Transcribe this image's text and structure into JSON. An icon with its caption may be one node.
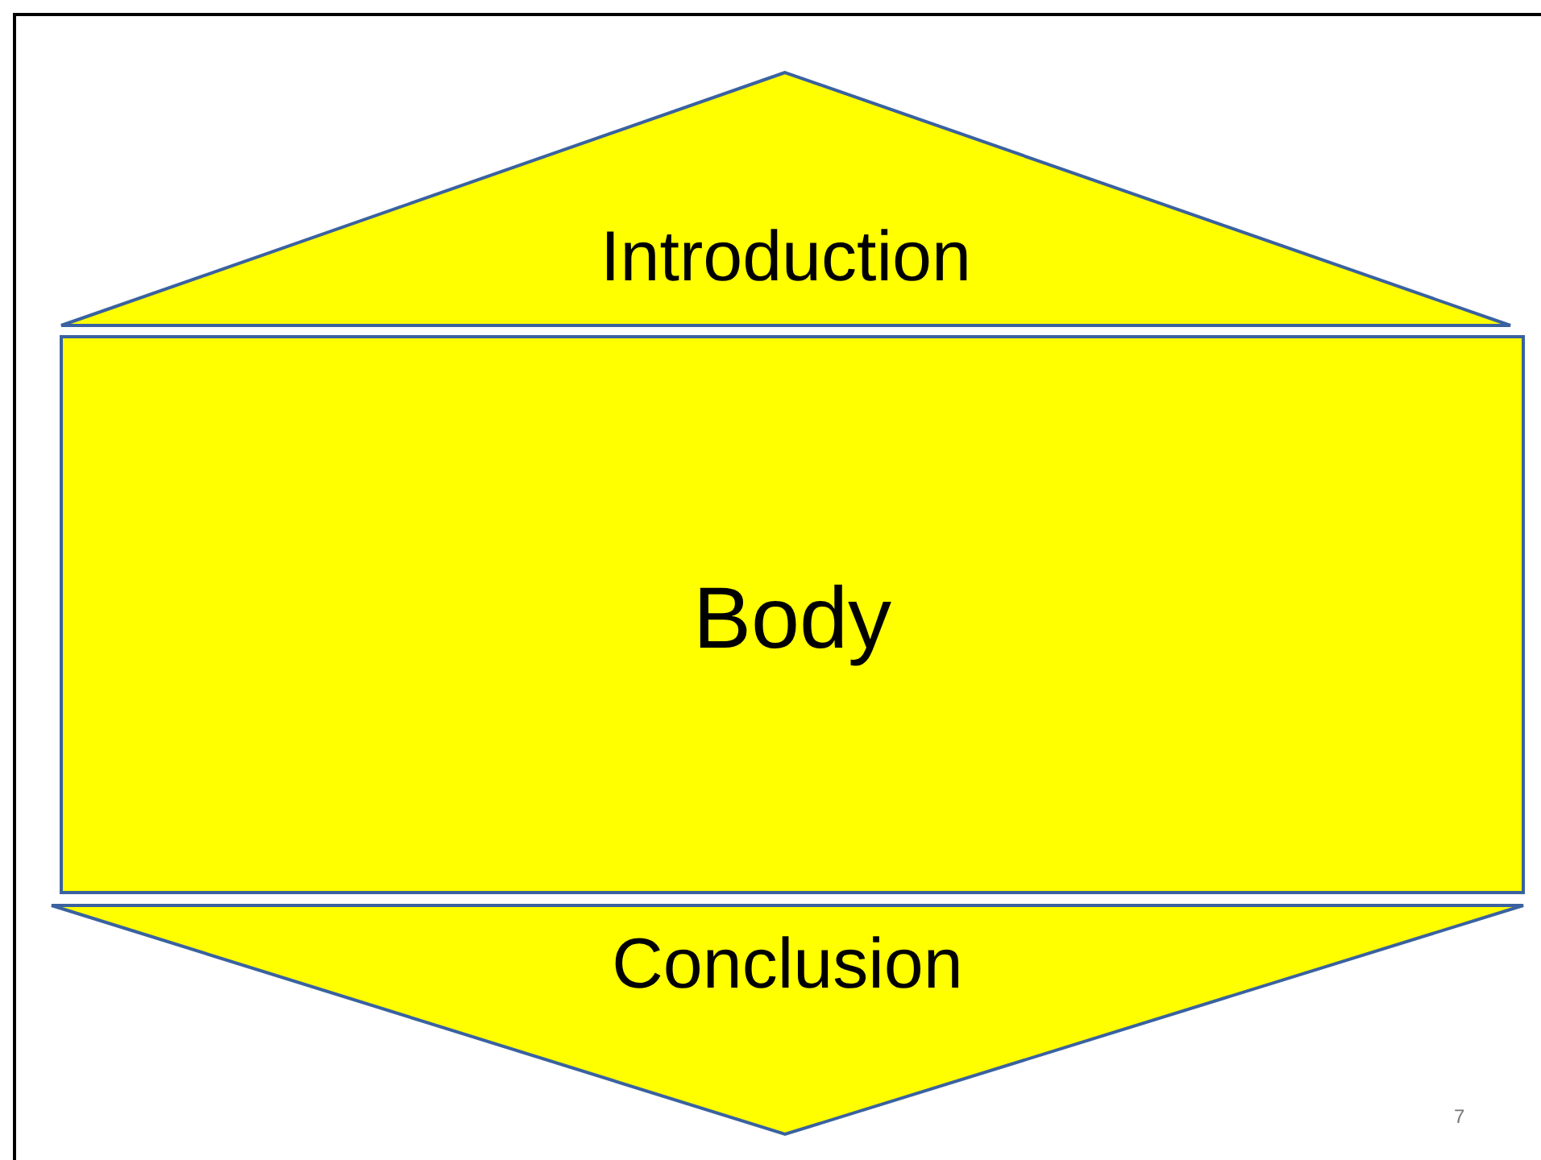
{
  "diagram": {
    "nodes": [
      {
        "text": [
          "Introduction"
        ]
      },
      {
        "text": [
          "Body"
        ]
      },
      {
        "text": [
          "Conclusion"
        ]
      }
    ],
    "labels": [
      "7"
    ]
  }
}
